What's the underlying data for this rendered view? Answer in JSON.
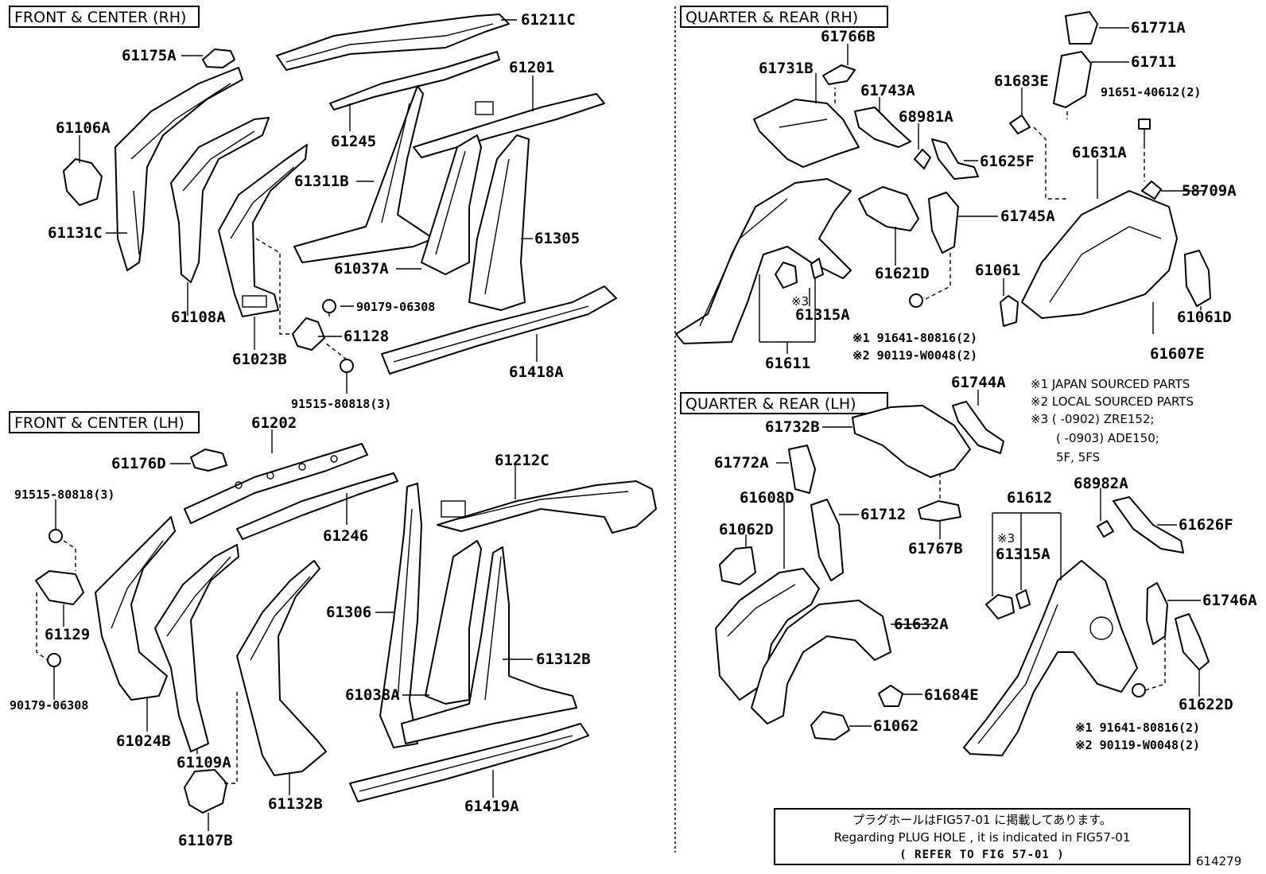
{
  "sections": {
    "rh_front": "FRONT & CENTER (RH)",
    "lh_front": "FRONT & CENTER (LH)",
    "rh_rear": "QUARTER & REAR (RH)",
    "lh_rear": "QUARTER & REAR (LH)"
  },
  "labels": {
    "p61211C": "61211C",
    "p61175A": "61175A",
    "p61201": "61201",
    "p61106A": "61106A",
    "p61245": "61245",
    "p61311B": "61311B",
    "p61131C": "61131C",
    "p61305": "61305",
    "p61037A": "61037A",
    "p61108A": "61108A",
    "p90179a": "90179-06308",
    "p61128": "61128",
    "p61023B": "61023B",
    "p61418A": "61418A",
    "p91515a": "91515-80818(3)",
    "p61202": "61202",
    "p61176D": "61176D",
    "p61212C": "61212C",
    "p91515b": "91515-80818(3)",
    "p61246": "61246",
    "p61129": "61129",
    "p61306": "61306",
    "p61312B": "61312B",
    "p90179b": "90179-06308",
    "p61038A": "61038A",
    "p61024B": "61024B",
    "p61109A": "61109A",
    "p61132B": "61132B",
    "p61419A": "61419A",
    "p61107B": "61107B",
    "p61766B": "61766B",
    "p61771A": "61771A",
    "p61731B": "61731B",
    "p61711": "61711",
    "p61743A": "61743A",
    "p61683E": "61683E",
    "p91651": "91651-40612(2)",
    "p68981A": "68981A",
    "p61625F": "61625F",
    "p61631A": "61631A",
    "p58709A": "58709A",
    "p61745A": "61745A",
    "p61621D": "61621D",
    "p61061": "61061",
    "p61315Ar": "61315A",
    "p61061D": "61061D",
    "p61611": "61611",
    "p61607E": "61607E",
    "p61744A": "61744A",
    "p61732B": "61732B",
    "p61772A": "61772A",
    "p61712": "61712",
    "p61608D": "61608D",
    "p61062D": "61062D",
    "p61767B": "61767B",
    "p61612": "61612",
    "p68982A": "68982A",
    "p61626F": "61626F",
    "p61315Al": "61315A",
    "p61746A": "61746A",
    "p61632A": "61632A",
    "p61684E": "61684E",
    "p61062": "61062",
    "p61622D": "61622D"
  },
  "refs": {
    "rh_r1": "※1 91641-80816(2)",
    "rh_r2": "※2 90119-W0048(2)",
    "lh_r1": "※1 91641-80816(2)",
    "lh_r2": "※2 90119-W0048(2)",
    "mark3_rh": "※3",
    "mark3_lh": "※3"
  },
  "legend": {
    "l1": "※1 JAPAN SOURCED PARTS",
    "l2": "※2 LOCAL SOURCED PARTS",
    "l3": "※3 (      -0902) ZRE152;",
    "l4": "(      -0903) ADE150;",
    "l5": "5F, 5FS"
  },
  "note": {
    "jp": "プラグホールはFIG57-01 に掲載してあります。",
    "en": "Regarding PLUG HOLE , it is indicated in FIG57-01",
    "refer": "( REFER TO FIG 57-01 )"
  },
  "figure_id": "614279"
}
